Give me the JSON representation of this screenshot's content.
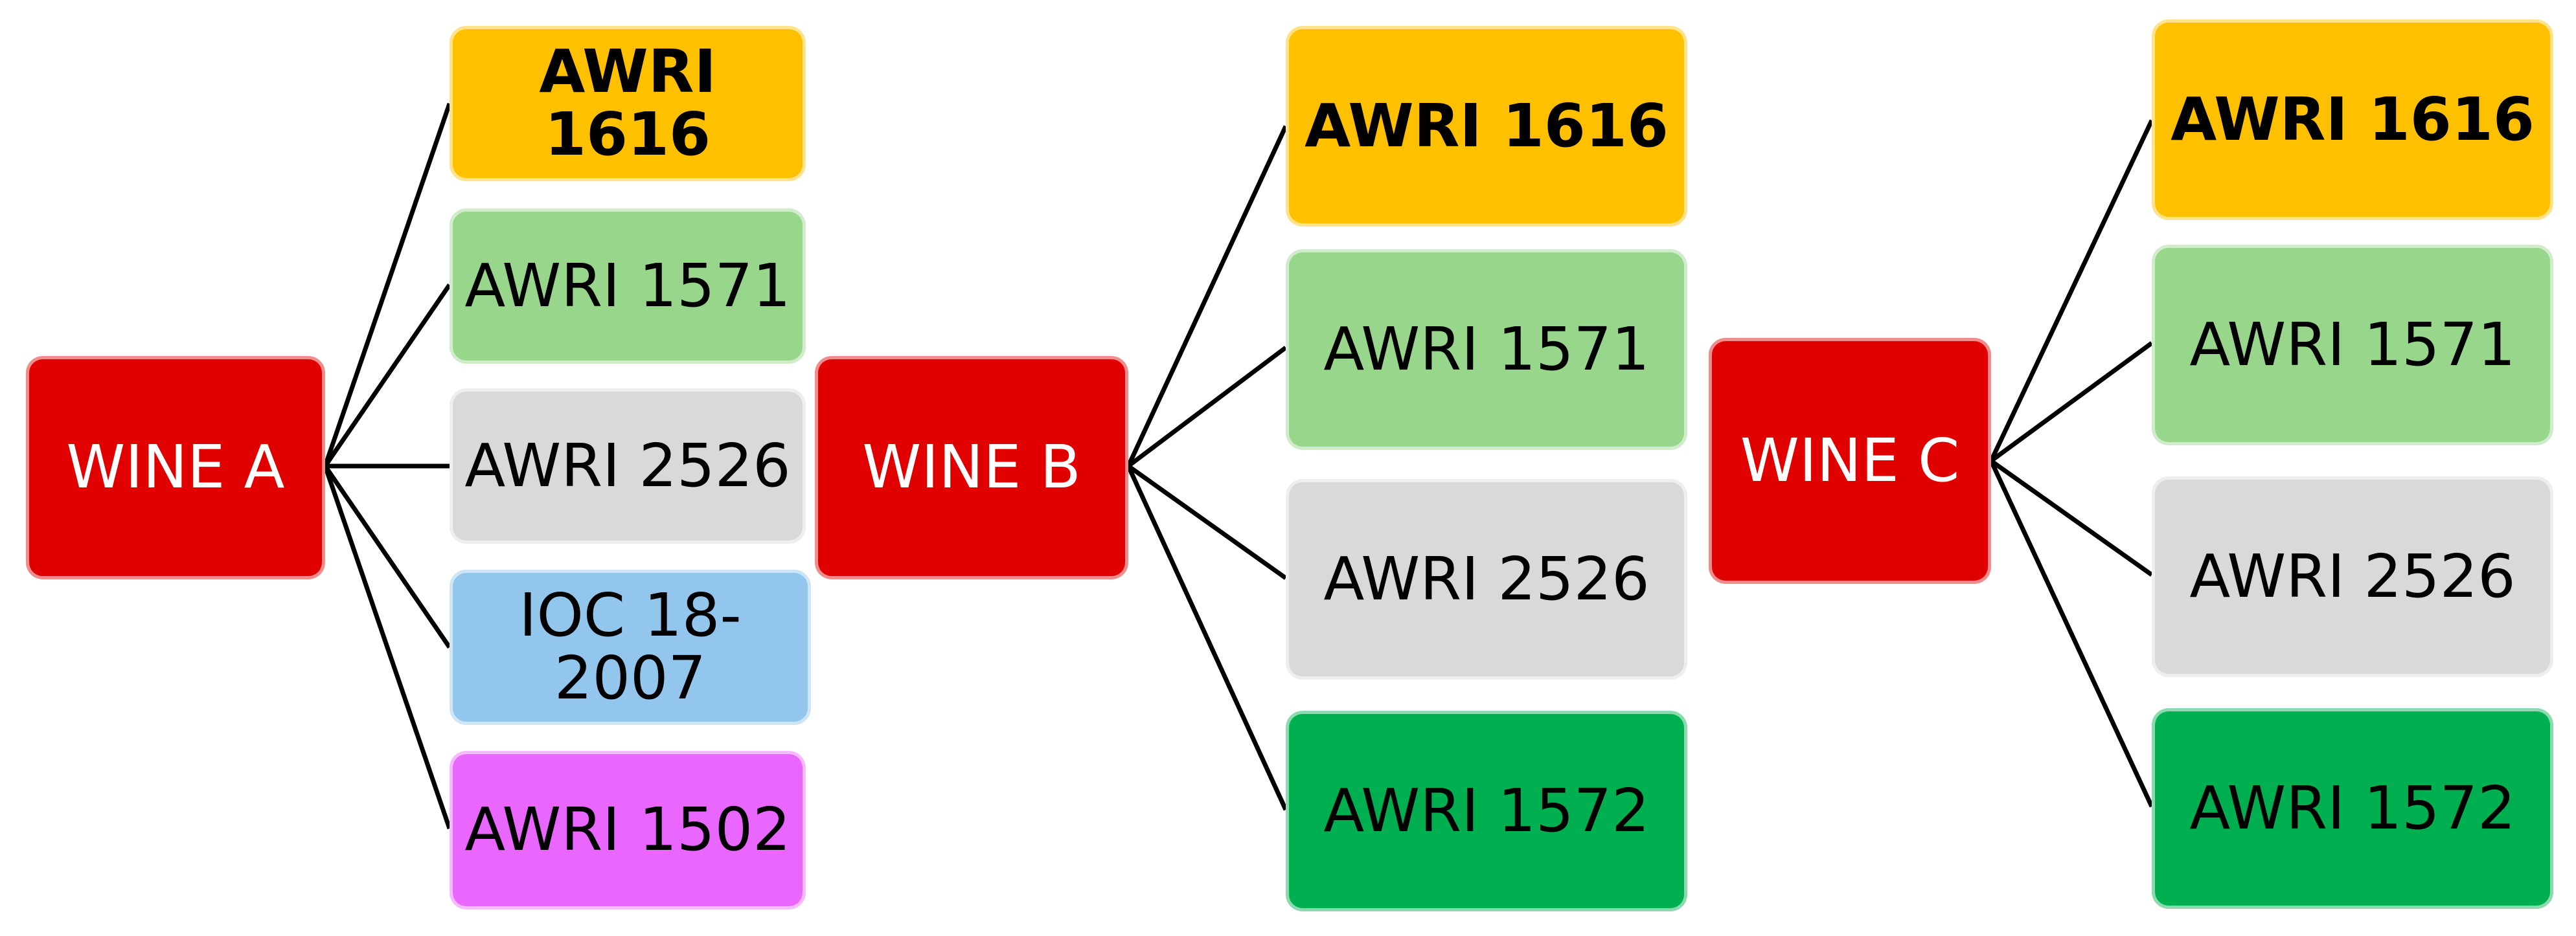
{
  "colors": {
    "wine": "#E00000",
    "gold": "#FFC000",
    "light_green": "#98D68C",
    "light_gray": "#D9D9D9",
    "light_blue": "#92C6EC",
    "magenta": "#E966FF",
    "green": "#00B050",
    "line": "#000000"
  },
  "groups": [
    {
      "wine": "WINE A",
      "strains": [
        "AWRI 1616",
        "AWRI 1571",
        "AWRI 2526",
        "IOC 18-\n2007",
        "AWRI 1502"
      ]
    },
    {
      "wine": "WINE B",
      "strains": [
        "AWRI 1616",
        "AWRI 1571",
        "AWRI 2526",
        "AWRI 1572"
      ]
    },
    {
      "wine": "WINE C",
      "strains": [
        "AWRI 1616",
        "AWRI 1571",
        "AWRI 2526",
        "AWRI 1572"
      ]
    }
  ]
}
